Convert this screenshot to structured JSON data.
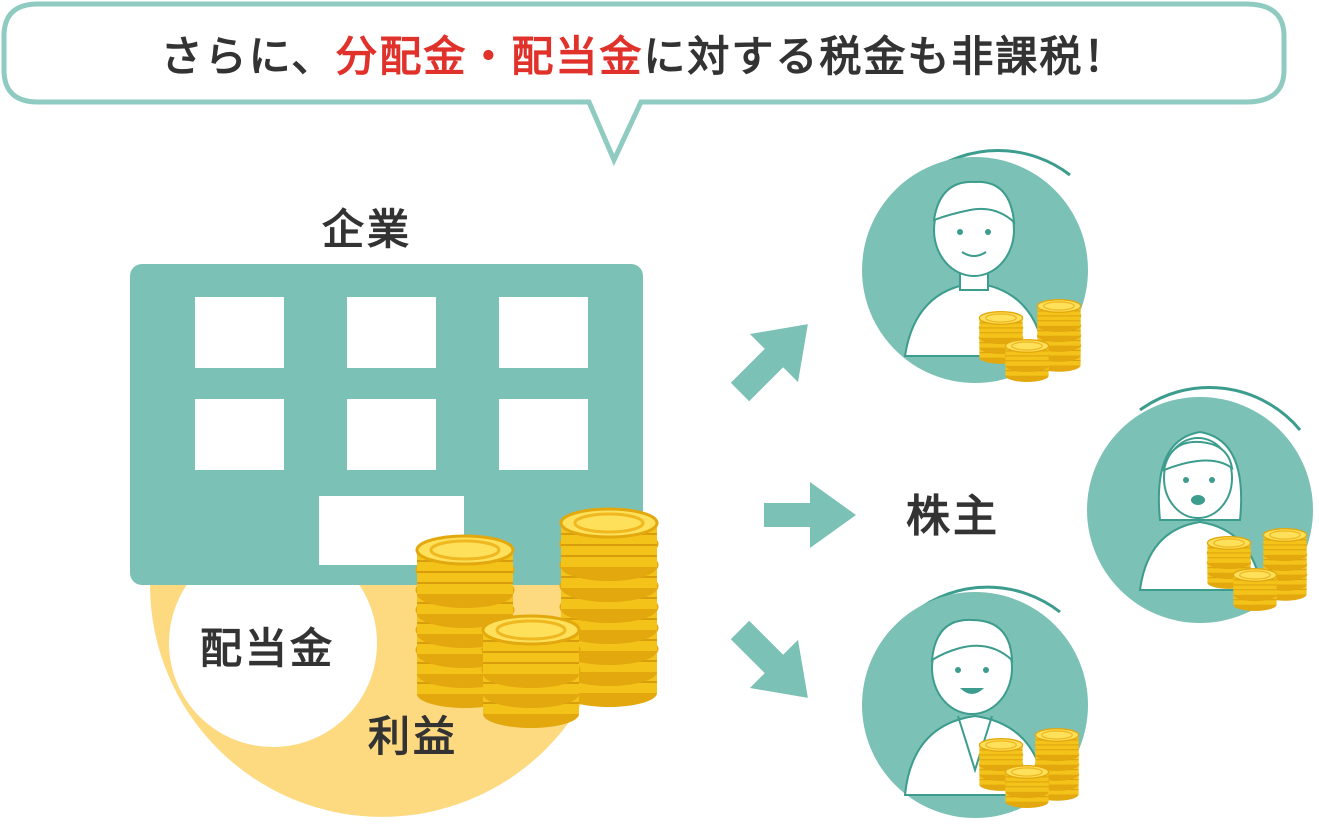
{
  "headline": {
    "prefix": "さらに、",
    "highlight": "分配金・配当金",
    "suffix": "に対する税金も非課税！",
    "highlight_color": "#e0312b"
  },
  "diagram": {
    "company_label": "企業",
    "dividend_label": "配当金",
    "profit_label": "利益",
    "shareholder_label": "株主"
  },
  "colors": {
    "teal": "#7cc1b5",
    "teal_dark": "#3c9c8d",
    "profit_yellow": "#fdd980",
    "coin_gold": "#f4c31a",
    "text": "#333333"
  },
  "icons": [
    "company-building",
    "coin-stack",
    "arrow-up-right",
    "arrow-right",
    "arrow-down-right",
    "shareholder-man",
    "shareholder-woman",
    "shareholder-businessman"
  ]
}
